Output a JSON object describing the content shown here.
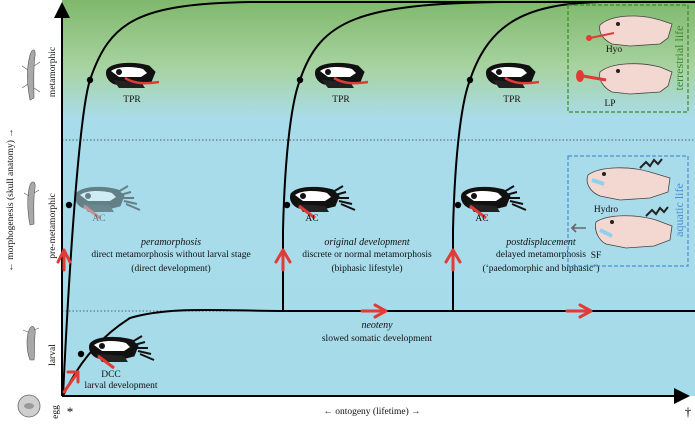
{
  "axes": {
    "y_label": "← morphogenesis (skull anatomy) →",
    "x_label": "← ontogeny (lifetime) →",
    "y_levels": [
      "metamorphic",
      "pre-metamorphic",
      "larval",
      "egg"
    ],
    "x_start_symbol": "*",
    "x_end_symbol": "†"
  },
  "stages": {
    "tpr": "TPR",
    "ac": "AC",
    "dcc": "DCC"
  },
  "pathways": [
    {
      "title": "peramorphosis",
      "line1": "direct metamorphosis without larval stage",
      "line2": "(direct development)"
    },
    {
      "title": "original development",
      "line1": "discrete or normal metamorphosis",
      "line2": "(biphasic lifestyle)"
    },
    {
      "title": "postdisplacement",
      "line1": "delayed metamorphosis",
      "line2": "(‘paedomorphic and biphasic’)"
    }
  ],
  "neoteny": {
    "title": "neoteny",
    "desc": "slowed somatic development"
  },
  "larval_caption": "larval development",
  "terrestrial": {
    "label": "terrestrial life",
    "modes": [
      "Hyo",
      "LP"
    ]
  },
  "aquatic": {
    "label": "aquatic life",
    "modes": [
      "Hydro",
      "SF"
    ]
  },
  "colors": {
    "terrestrial_bg": "#8fc27a",
    "aquatic_bg": "#a9dcea",
    "arrow_red": "#e23b35",
    "terrestrial_text": "#3a8a2e",
    "aquatic_text": "#4a8fd6"
  }
}
